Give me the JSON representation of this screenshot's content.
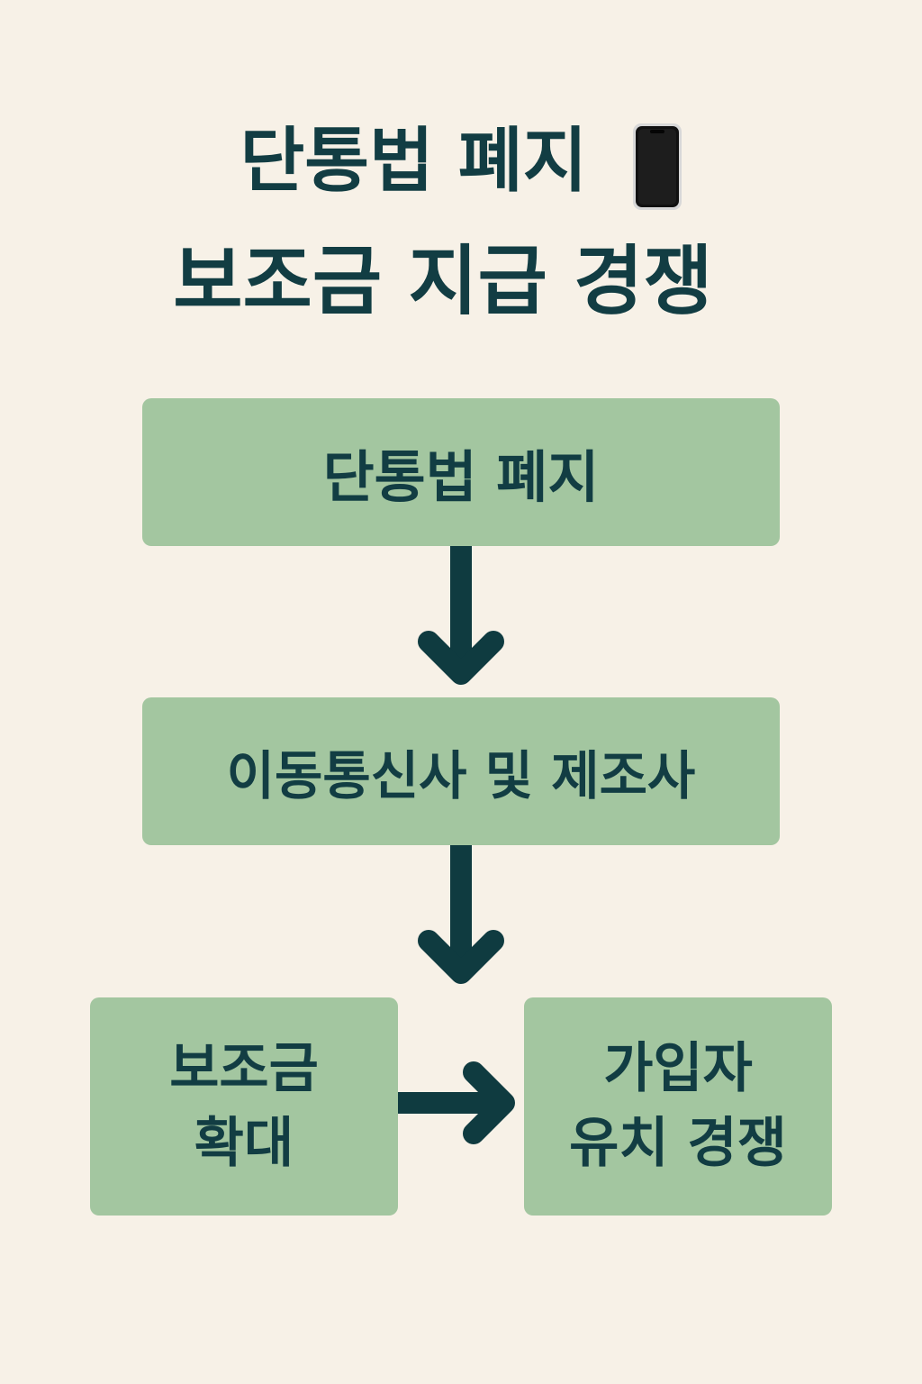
{
  "title": {
    "line1": "단통법 폐지",
    "line2": "보조금 지급 경쟁",
    "icon": "smartphone-icon"
  },
  "flow": {
    "step1": "단통법 폐지",
    "step2": "이동통신사 및 제조사",
    "step3": "보조금\n확대",
    "step4": "가입자\n유치 경쟁"
  },
  "colors": {
    "background": "#f7f1e7",
    "box": "#a3c6a0",
    "text": "#123d43",
    "arrow": "#0f3b40"
  }
}
